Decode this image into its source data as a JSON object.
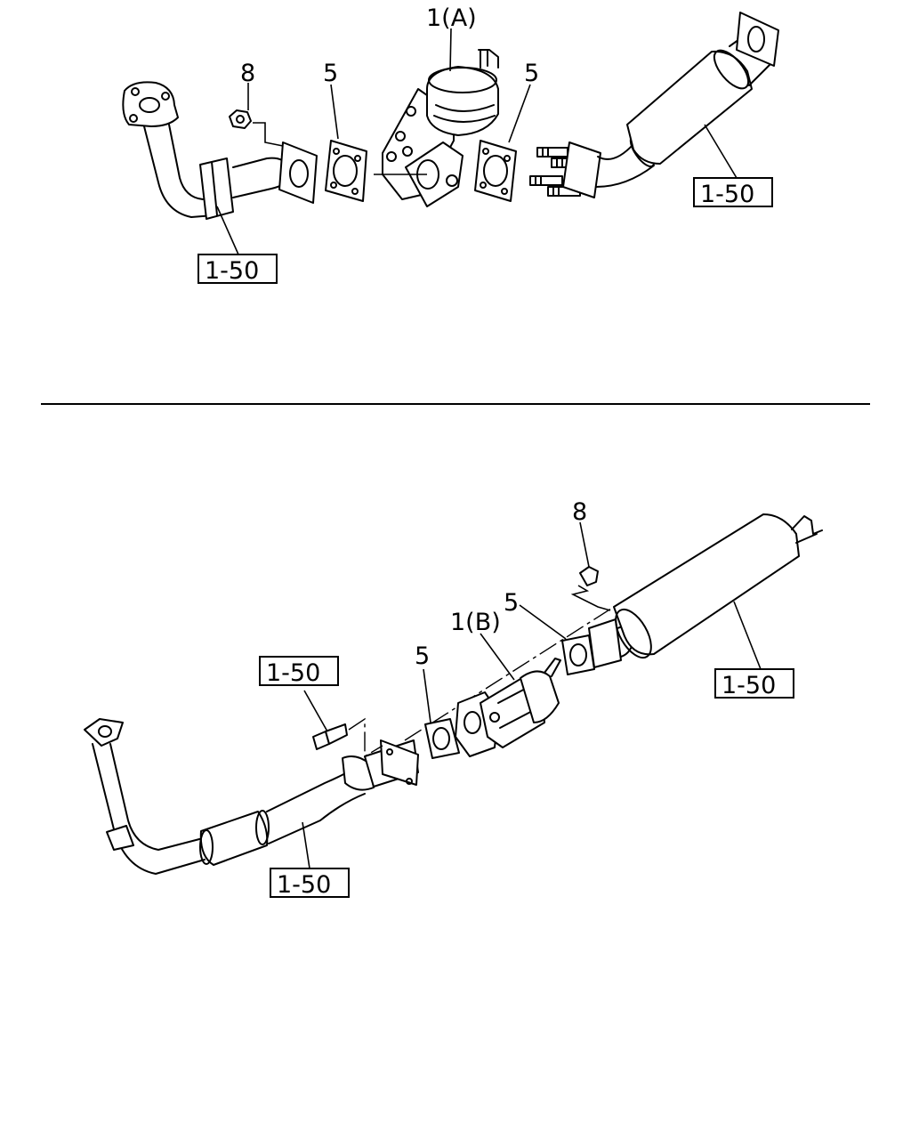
{
  "diagram": {
    "upper": {
      "callouts": {
        "assembly": "1(A)",
        "nut": "8",
        "gasket_left": "5",
        "gasket_right": "5"
      },
      "refs": {
        "front_pipe": "1-50",
        "rear_pipe": "1-50"
      }
    },
    "lower": {
      "callouts": {
        "assembly": "1(B)",
        "nut": "8",
        "gasket_left": "5",
        "gasket_right": "5"
      },
      "refs": {
        "bolt": "1-50",
        "front_pipe": "1-50",
        "muffler": "1-50"
      }
    }
  }
}
